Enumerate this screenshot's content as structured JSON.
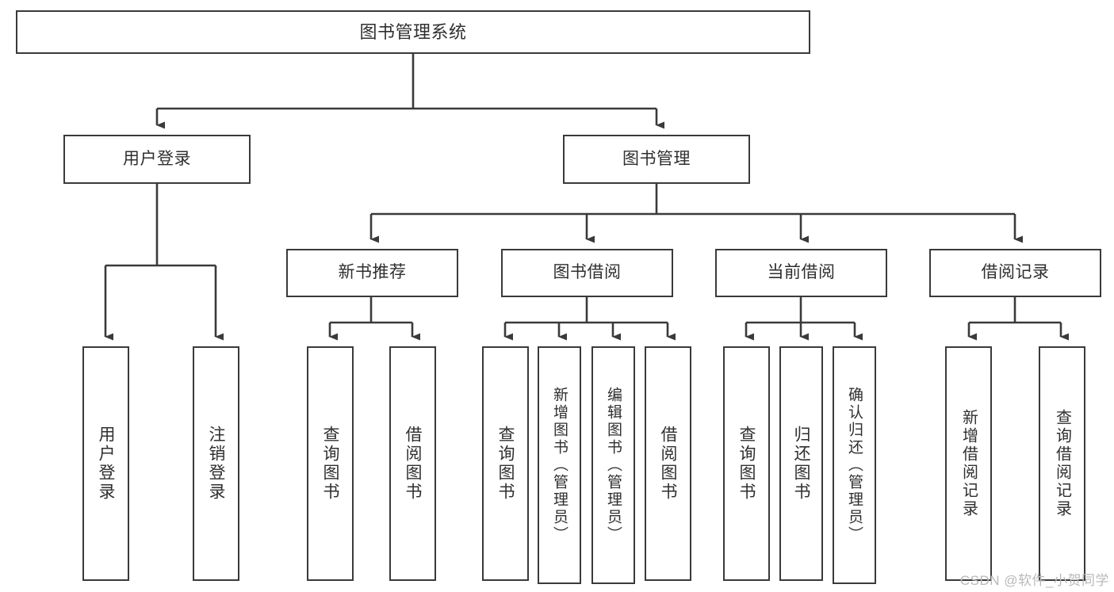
{
  "diagram": {
    "type": "tree-hierarchy",
    "title": "图书管理系统",
    "root": {
      "label": "图书管理系统"
    },
    "level2": [
      {
        "id": "user-login",
        "label": "用户登录"
      },
      {
        "id": "book-management",
        "label": "图书管理"
      }
    ],
    "level3": [
      {
        "id": "new-book-recommend",
        "label": "新书推荐"
      },
      {
        "id": "book-borrow",
        "label": "图书借阅"
      },
      {
        "id": "current-borrow",
        "label": "当前借阅"
      },
      {
        "id": "borrow-record",
        "label": "借阅记录"
      }
    ],
    "leaves": {
      "user_login": [
        {
          "id": "leaf-user-login",
          "label": "用户登录"
        },
        {
          "id": "leaf-logout-login",
          "label": "注销登录"
        }
      ],
      "new_book_recommend": [
        {
          "id": "leaf-query-book-1",
          "label": "查询图书"
        },
        {
          "id": "leaf-borrow-book-1",
          "label": "借阅图书"
        }
      ],
      "book_borrow": [
        {
          "id": "leaf-query-book-2",
          "label": "查询图书"
        },
        {
          "id": "leaf-add-book",
          "label": "新增图书（管理员）"
        },
        {
          "id": "leaf-edit-book",
          "label": "编辑图书（管理员）"
        },
        {
          "id": "leaf-borrow-book-2",
          "label": "借阅图书"
        }
      ],
      "current_borrow": [
        {
          "id": "leaf-query-book-3",
          "label": "查询图书"
        },
        {
          "id": "leaf-return-book",
          "label": "归还图书"
        },
        {
          "id": "leaf-confirm-return",
          "label": "确认归还（管理员）"
        }
      ],
      "borrow_record": [
        {
          "id": "leaf-add-borrow-record",
          "label": "新增借阅记录"
        },
        {
          "id": "leaf-query-borrow-record",
          "label": "查询借阅记录"
        }
      ]
    },
    "watermark": "CSDN @软件_小贺同学",
    "colors": {
      "border": "#3a3a3a",
      "text": "#2f2f2f",
      "background": "#ffffff",
      "watermark": "#b9b9b9"
    }
  }
}
